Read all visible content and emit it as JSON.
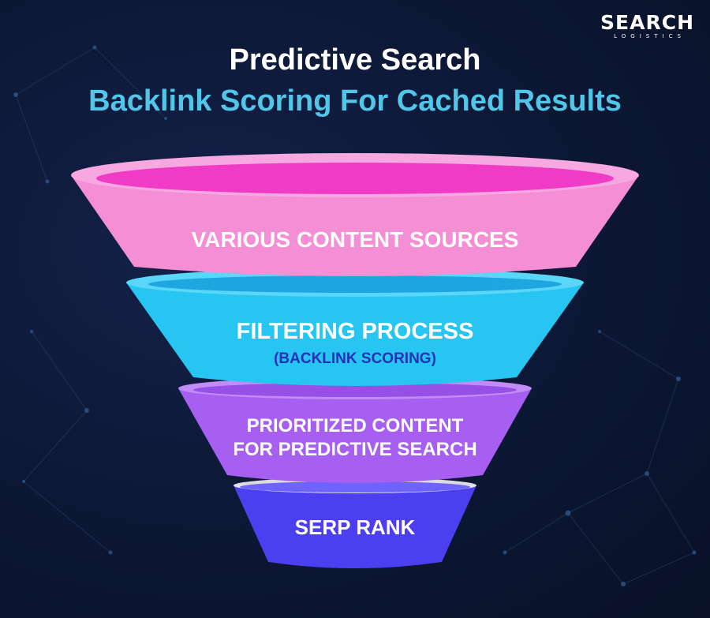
{
  "logo": {
    "main": "SEARCH",
    "sub": "LOGISTICS"
  },
  "title": {
    "line1": "Predictive Search",
    "line2": "Backlink Scoring For Cached Results"
  },
  "funnel": {
    "stage1": "VARIOUS CONTENT SOURCES",
    "stage2": "FILTERING PROCESS",
    "stage2_sub": "(BACKLINK SCORING)",
    "stage3_line1": "PRIORITIZED CONTENT",
    "stage3_line2": "FOR PREDICTIVE SEARCH",
    "stage4": "SERP RANK"
  },
  "colors": {
    "background": "#0c1734",
    "title_accent": "#52c6e8",
    "stage1": "#f48fd6",
    "stage2": "#27c6f2",
    "stage3": "#a65ff0",
    "stage4": "#4c3ff0",
    "subtitle_text": "#2431b8"
  }
}
